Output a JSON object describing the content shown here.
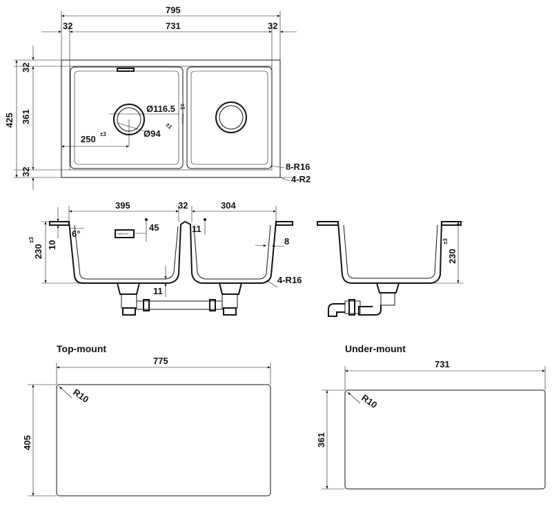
{
  "top_view": {
    "overall_width": "795",
    "inner_width": "731",
    "margin_left": "32",
    "margin_right": "32",
    "overall_height": "425",
    "inner_height": "361",
    "margin_top": "32",
    "margin_bottom": "32",
    "drain_large": "Ø116.5",
    "drain_large_tol": "±1",
    "drain_small": "Ø94",
    "drain_small_tol": "±1",
    "drain_offset": "250",
    "drain_offset_tol": "±3",
    "corner_outer": "8-R16",
    "corner_inner": "4-R2",
    "brand": "HÄFELE"
  },
  "section_view": {
    "left_bowl_width": "395",
    "divider": "32",
    "right_bowl_width": "304",
    "depth": "230",
    "depth_tol": "±3",
    "rim_thickness": "10",
    "draft_angle": "6°",
    "overflow_offset": "45",
    "divider_drop": "11",
    "bottom_thickness": "11",
    "wall_thickness": "8",
    "bowl_radius": "4-R16",
    "brand": "HÄFELE"
  },
  "side_view": {
    "depth": "230",
    "depth_tol": "±3"
  },
  "top_mount": {
    "title": "Top-mount",
    "width": "775",
    "height": "405",
    "radius": "R10"
  },
  "under_mount": {
    "title": "Under-mount",
    "width": "731",
    "height": "361",
    "radius": "R10"
  }
}
